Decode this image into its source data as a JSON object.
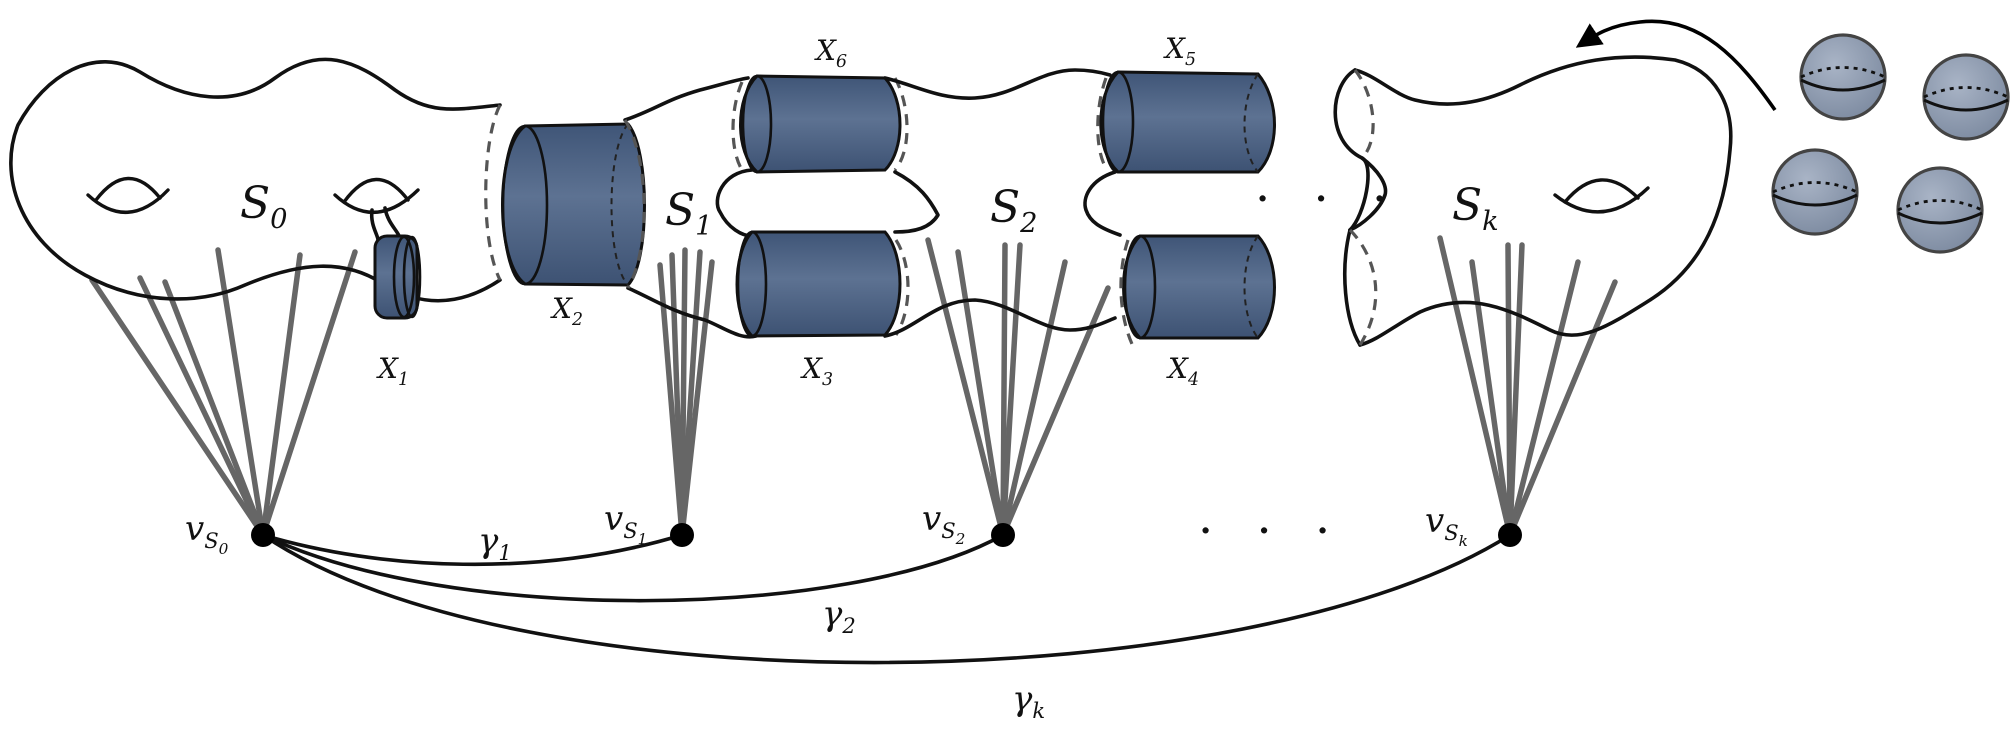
{
  "surfaces": {
    "s0": {
      "base": "S",
      "sub": "0"
    },
    "s1": {
      "base": "S",
      "sub": "1"
    },
    "s2": {
      "base": "S",
      "sub": "2"
    },
    "sk": {
      "base": "S",
      "sub": "k"
    }
  },
  "cylinders": {
    "x1": {
      "base": "X",
      "sub": "1"
    },
    "x2": {
      "base": "X",
      "sub": "2"
    },
    "x3": {
      "base": "X",
      "sub": "3"
    },
    "x4": {
      "base": "X",
      "sub": "4"
    },
    "x5": {
      "base": "X",
      "sub": "5"
    },
    "x6": {
      "base": "X",
      "sub": "6"
    }
  },
  "vertices": {
    "v0": {
      "base": "v",
      "sub": "S",
      "subsub": "0"
    },
    "v1": {
      "base": "v",
      "sub": "S",
      "subsub": "1"
    },
    "v2": {
      "base": "v",
      "sub": "S",
      "subsub": "2"
    },
    "vk": {
      "base": "v",
      "sub": "S",
      "subsub": "k"
    }
  },
  "edges": {
    "g1": {
      "base": "γ",
      "sub": "1"
    },
    "g2": {
      "base": "γ",
      "sub": "2"
    },
    "gk": {
      "base": "γ",
      "sub": "k"
    }
  },
  "ellipsis": "· · ·",
  "colors": {
    "cylinder_fill": "#4f6585",
    "sphere_fill": "#8e9bb0",
    "spoke": "#666666",
    "outline": "#111111"
  }
}
